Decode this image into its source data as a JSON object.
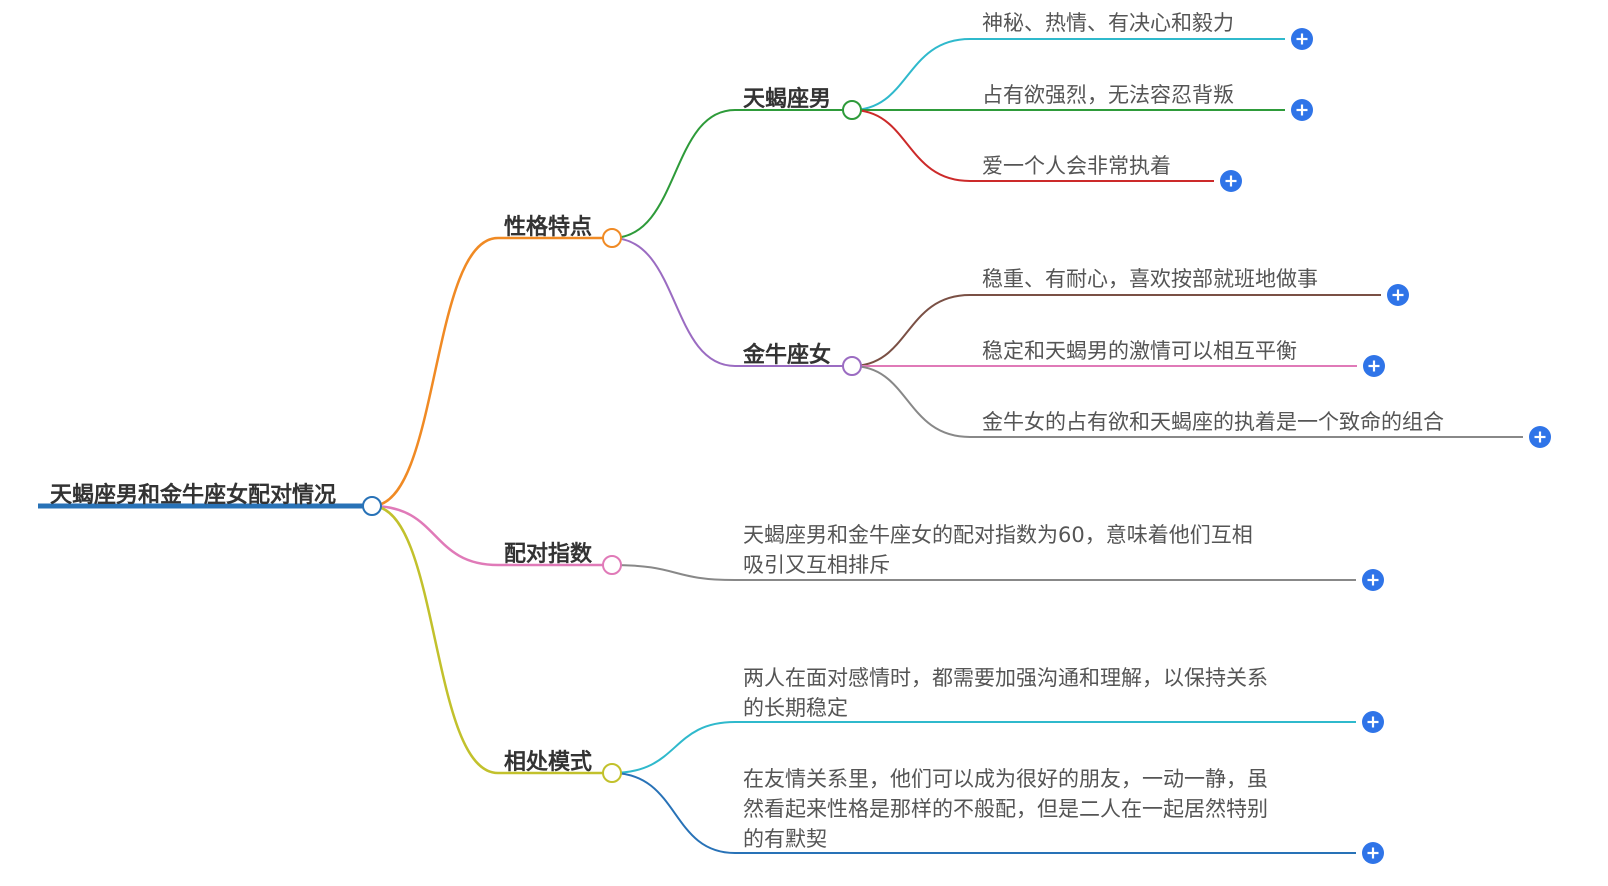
{
  "root": {
    "label": "天蝎座男和金牛座女配对情况",
    "color": "#2872b7"
  },
  "branches": [
    {
      "id": "personality",
      "label": "性格特点",
      "color": "#f08a24"
    },
    {
      "id": "index",
      "label": "配对指数",
      "color": "#e07ab8"
    },
    {
      "id": "mode",
      "label": "相处模式",
      "color": "#c2c12c"
    }
  ],
  "sub_branches": [
    {
      "id": "scorpio_male",
      "label": "天蝎座男",
      "color": "#2e9b3a"
    },
    {
      "id": "taurus_female",
      "label": "金牛座女",
      "color": "#9b6cc2"
    }
  ],
  "leaves": {
    "scorpio_1": {
      "text": "神秘、热情、有决心和毅力",
      "color": "#2fb9cc"
    },
    "scorpio_2": {
      "text": "占有欲强烈，无法容忍背叛",
      "color": "#2e9b3a"
    },
    "scorpio_3": {
      "text": "爱一个人会非常执着",
      "color": "#cc2a2a"
    },
    "taurus_1": {
      "text": "稳重、有耐心，喜欢按部就班地做事",
      "color": "#7a5045"
    },
    "taurus_2": {
      "text": "稳定和天蝎男的激情可以相互平衡",
      "color": "#e07ab8"
    },
    "taurus_3": {
      "text": "金牛女的占有欲和天蝎座的执着是一个致命的组合",
      "color": "#888888"
    },
    "index_1": {
      "lines": [
        "天蝎座男和金牛座女的配对指数为60，意味着他们互相",
        "吸引又互相排斥"
      ],
      "color": "#888888"
    },
    "mode_1": {
      "lines": [
        "两人在面对感情时，都需要加强沟通和理解，以保持关系",
        "的长期稳定"
      ],
      "color": "#2fb9cc"
    },
    "mode_2": {
      "lines": [
        "在友情关系里，他们可以成为很好的朋友，一动一静，虽",
        "然看起来性格是那样的不般配，但是二人在一起居然特别",
        "的有默契"
      ],
      "color": "#2872b7"
    }
  },
  "expand_button": {
    "color": "#2f74e8",
    "symbol": "+"
  }
}
